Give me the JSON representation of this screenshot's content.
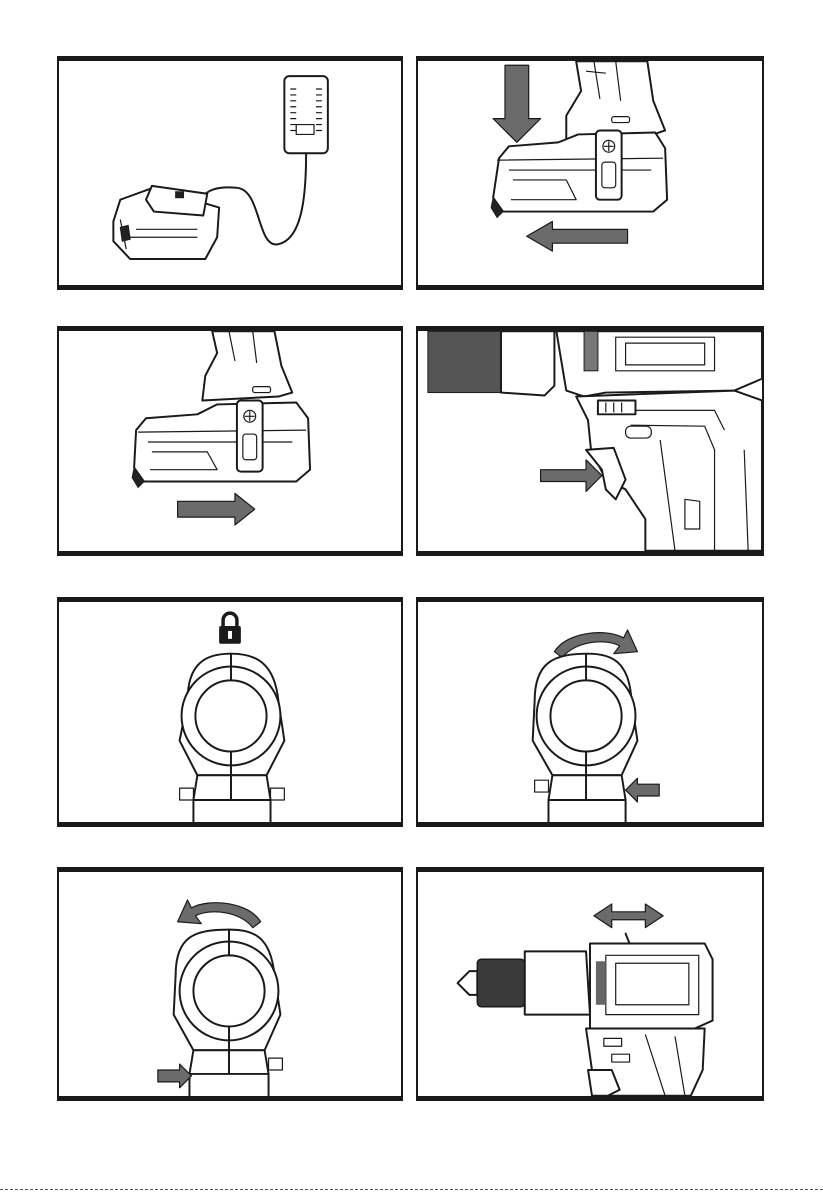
{
  "document": {
    "panels": [
      {
        "id": "charging",
        "icons": [
          "charger-adapter-icon",
          "battery-pack-icon"
        ]
      },
      {
        "id": "insert-battery",
        "icons": [
          "drill-handle-icon",
          "battery-pack-icon",
          "down-arrow-icon",
          "left-arrow-icon"
        ]
      },
      {
        "id": "remove-battery",
        "icons": [
          "drill-handle-icon",
          "battery-pack-icon",
          "right-arrow-icon"
        ]
      },
      {
        "id": "trigger-switch",
        "icons": [
          "drill-side-icon",
          "right-arrow-icon"
        ]
      },
      {
        "id": "direction-lock",
        "icons": [
          "padlock-icon",
          "drill-rear-icon"
        ]
      },
      {
        "id": "direction-forward",
        "icons": [
          "clockwise-arrow-icon",
          "drill-rear-icon",
          "left-arrow-icon"
        ]
      },
      {
        "id": "direction-reverse",
        "icons": [
          "counterclockwise-arrow-icon",
          "drill-rear-icon",
          "right-arrow-icon"
        ]
      },
      {
        "id": "gear-selector",
        "icons": [
          "double-arrow-icon",
          "drill-side-icon"
        ]
      }
    ],
    "colors": {
      "ink": "#1a1a1a",
      "arrow_fill": "#6b6b6b",
      "paper": "#ffffff"
    }
  }
}
